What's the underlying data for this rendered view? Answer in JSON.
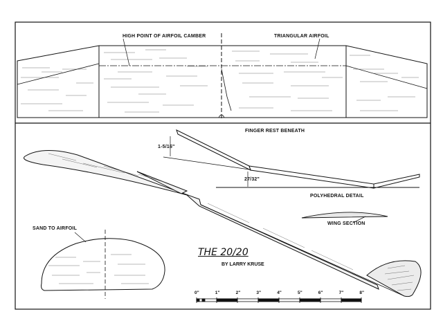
{
  "title": "THE 20/20",
  "byline": "BY LARRY KRUSE",
  "callouts": {
    "high_point": "HIGH POINT OF AIRFOIL CAMBER",
    "triangular": "TRIANGULAR AIRFOIL",
    "finger_rest": "FINGER REST BENEATH",
    "dim_upper": "1-5/16\"",
    "dim_lower": "27/32\"",
    "polyhedral": "POLYHEDRAL DETAIL",
    "wing_section": "WING SECTION",
    "sand": "SAND TO AIRFOIL"
  },
  "scale": {
    "ticks": [
      "0\"",
      "1\"",
      "2\"",
      "3\"",
      "4\"",
      "5\"",
      "6\"",
      "7\"",
      "8\""
    ]
  }
}
